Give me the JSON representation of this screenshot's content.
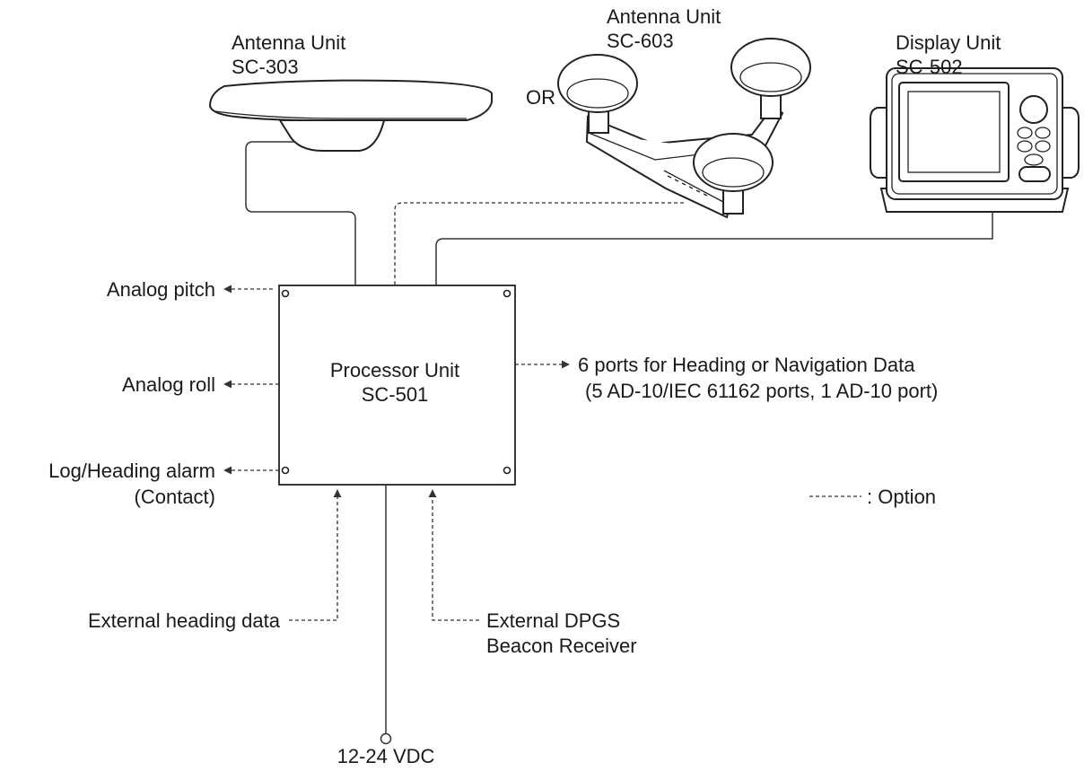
{
  "antenna_sc303": {
    "line1": "Antenna Unit",
    "line2": "SC-303"
  },
  "antenna_sc603": {
    "line1": "Antenna Unit",
    "line2": "SC-603"
  },
  "display_sc502": {
    "line1": "Display Unit",
    "line2": "SC-502"
  },
  "or_text": "OR",
  "processor": {
    "line1": "Processor Unit",
    "line2": "SC-501"
  },
  "outputs": {
    "analog_pitch": "Analog pitch",
    "analog_roll": "Analog roll",
    "log_alarm_line1": "Log/Heading alarm",
    "log_alarm_line2": "(Contact)",
    "ports_line1": "6 ports for Heading or Navigation Data",
    "ports_line2": "(5 AD-10/IEC 61162 ports, 1 AD-10 port)"
  },
  "inputs": {
    "external_heading": "External heading data",
    "external_dgps_line1": "External DPGS",
    "external_dgps_line2": "Beacon Receiver"
  },
  "power": "12-24 VDC",
  "legend": {
    "option": ": Option"
  }
}
